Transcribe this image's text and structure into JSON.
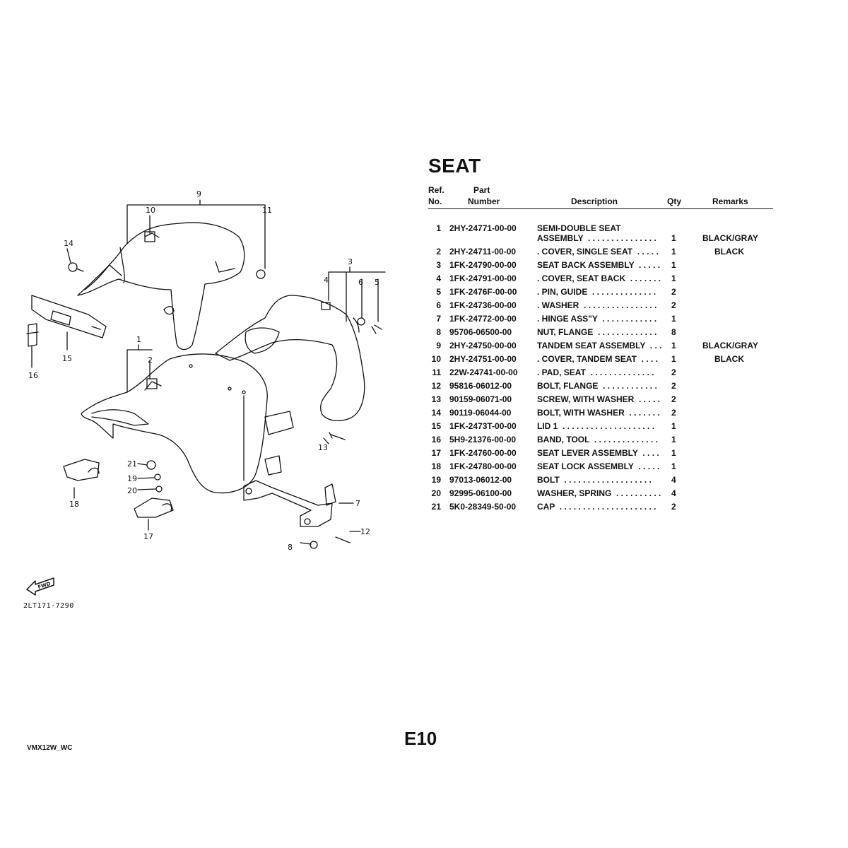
{
  "title": "SEAT",
  "headers": {
    "ref_line1": "Ref.",
    "ref_line2": "No.",
    "part_line1": "Part",
    "part_line2": "Number",
    "description": "Description",
    "qty": "Qty",
    "remarks": "Remarks"
  },
  "parts": [
    {
      "ref": "1",
      "part_number": "2HY-24771-00-00",
      "desc_line1": "SEMI-DOUBLE SEAT",
      "description": "ASSEMBLY  . . . . . . . . . . . . . . .",
      "qty": "1",
      "remarks": "BLACK/GRAY"
    },
    {
      "ref": "2",
      "part_number": "2HY-24711-00-00",
      "description": ". COVER, SINGLE SEAT  . . . . .",
      "qty": "1",
      "remarks": "BLACK"
    },
    {
      "ref": "3",
      "part_number": "1FK-24790-00-00",
      "description": "SEAT BACK ASSEMBLY  . . . . .",
      "qty": "1",
      "remarks": ""
    },
    {
      "ref": "4",
      "part_number": "1FK-24791-00-00",
      "description": ". COVER, SEAT BACK  . . . . . . .",
      "qty": "1",
      "remarks": ""
    },
    {
      "ref": "5",
      "part_number": "1FK-2476F-00-00",
      "description": ". PIN, GUIDE  . . . . . . . . . . . . . .",
      "qty": "2",
      "remarks": ""
    },
    {
      "ref": "6",
      "part_number": "1FK-24736-00-00",
      "description": ". WASHER  . . . . . . . . . . . . . . . .",
      "qty": "2",
      "remarks": ""
    },
    {
      "ref": "7",
      "part_number": "1FK-24772-00-00",
      "description": ". HINGE ASS\"Y  . . . . . . . . . . . .",
      "qty": "1",
      "remarks": ""
    },
    {
      "ref": "8",
      "part_number": "95706-06500-00",
      "description": "NUT, FLANGE  . . . . . . . . . . . . .",
      "qty": "8",
      "remarks": ""
    },
    {
      "ref": "9",
      "part_number": "2HY-24750-00-00",
      "description": "TANDEM SEAT ASSEMBLY  . . .",
      "qty": "1",
      "remarks": "BLACK/GRAY"
    },
    {
      "ref": "10",
      "part_number": "2HY-24751-00-00",
      "description": ". COVER, TANDEM SEAT  . . . .",
      "qty": "1",
      "remarks": "BLACK"
    },
    {
      "ref": "11",
      "part_number": "22W-24741-00-00",
      "description": ". PAD, SEAT  . . . . . . . . . . . . . .",
      "qty": "2",
      "remarks": ""
    },
    {
      "ref": "12",
      "part_number": "95816-06012-00",
      "description": "BOLT, FLANGE  . . . . . . . . . . . .",
      "qty": "2",
      "remarks": ""
    },
    {
      "ref": "13",
      "part_number": "90159-06071-00",
      "description": "SCREW, WITH WASHER  . . . . .",
      "qty": "2",
      "remarks": ""
    },
    {
      "ref": "14",
      "part_number": "90119-06044-00",
      "description": "BOLT, WITH WASHER  . . . . . . .",
      "qty": "2",
      "remarks": ""
    },
    {
      "ref": "15",
      "part_number": "1FK-2473T-00-00",
      "description": "LID 1  . . . . . . . . . . . . . . . . . . . .",
      "qty": "1",
      "remarks": ""
    },
    {
      "ref": "16",
      "part_number": "5H9-21376-00-00",
      "description": "BAND, TOOL  . . . . . . . . . . . . . .",
      "qty": "1",
      "remarks": ""
    },
    {
      "ref": "17",
      "part_number": "1FK-24760-00-00",
      "description": "SEAT LEVER ASSEMBLY  . . . .",
      "qty": "1",
      "remarks": ""
    },
    {
      "ref": "18",
      "part_number": "1FK-24780-00-00",
      "description": "SEAT LOCK ASSEMBLY  . . . . .",
      "qty": "1",
      "remarks": ""
    },
    {
      "ref": "19",
      "part_number": "97013-06012-00",
      "description": "BOLT  . . . . . . . . . . . . . . . . . . .",
      "qty": "4",
      "remarks": ""
    },
    {
      "ref": "20",
      "part_number": "92995-06100-00",
      "description": "WASHER, SPRING  . . . . . . . . . .",
      "qty": "4",
      "remarks": ""
    },
    {
      "ref": "21",
      "part_number": "5K0-28349-50-00",
      "description": "CAP  . . . . . . . . . . . . . . . . . . . . .",
      "qty": "2",
      "remarks": ""
    }
  ],
  "diagram": {
    "callouts": [
      "9",
      "10",
      "11",
      "14",
      "3",
      "4",
      "6",
      "5",
      "15",
      "16",
      "1",
      "2",
      "13",
      "21",
      "19",
      "20",
      "18",
      "17",
      "7",
      "12",
      "8"
    ],
    "figure_code": "2LT171-7290",
    "fwd_label": "FWD"
  },
  "page_number": "E10",
  "doc_code": "VMX12W_WC"
}
